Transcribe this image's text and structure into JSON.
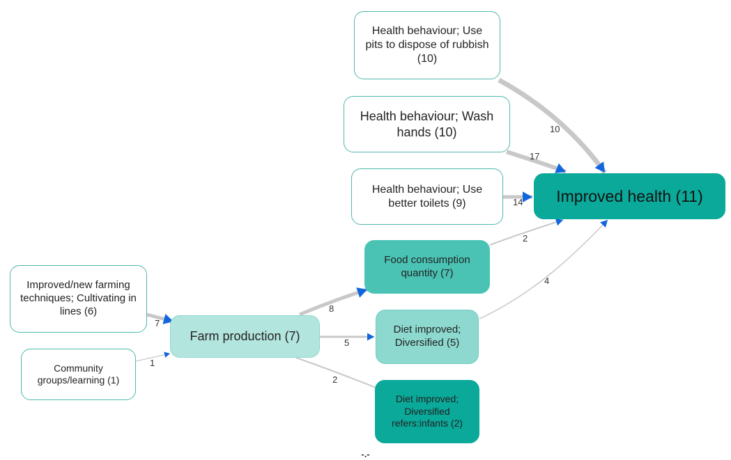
{
  "nodes": {
    "hab_pits": "Health behaviour; Use pits to dispose of rubbish (10)",
    "hab_wash": "Health behaviour; Wash hands (10)",
    "hab_toilets": "Health behaviour; Use better toilets (9)",
    "improved_health": "Improved health (11)",
    "food": "Food consumption quantity (7)",
    "farming": "Improved/new farming techniques; Cultivating in lines (6)",
    "farm_prod": "Farm production (7)",
    "diet_div": "Diet improved; Diversified (5)",
    "community": "Community groups/learning (1)",
    "diet_inf": "Diet improved; Diversified refers:infants (2)"
  },
  "edges": [
    {
      "id": "pits-health",
      "from": "hab_pits",
      "to": "improved_health",
      "label": "10"
    },
    {
      "id": "wash-health",
      "from": "hab_wash",
      "to": "improved_health",
      "label": "17"
    },
    {
      "id": "toilets-health",
      "from": "hab_toilets",
      "to": "improved_health",
      "label": "14"
    },
    {
      "id": "food-health",
      "from": "food",
      "to": "improved_health",
      "label": "2"
    },
    {
      "id": "diet-health",
      "from": "diet_div",
      "to": "improved_health",
      "label": "4"
    },
    {
      "id": "farming-farm",
      "from": "farming",
      "to": "farm_prod",
      "label": "7"
    },
    {
      "id": "community-farm",
      "from": "community",
      "to": "farm_prod",
      "label": "1"
    },
    {
      "id": "farm-food",
      "from": "farm_prod",
      "to": "food",
      "label": "8"
    },
    {
      "id": "farm-diet",
      "from": "farm_prod",
      "to": "diet_div",
      "label": "5"
    },
    {
      "id": "farm-infants",
      "from": "farm_prod",
      "to": "diet_inf",
      "label": "2"
    }
  ],
  "footer": "-.-",
  "colors": {
    "edge": "#c8c8c8",
    "arrow": "#1166dd",
    "outline_border": "#4db8ac",
    "dark_teal": "#0aa99a",
    "mid_teal": "#4ac3b5",
    "light_teal": "#8dd9cf",
    "pale_teal": "#b3e5df"
  }
}
